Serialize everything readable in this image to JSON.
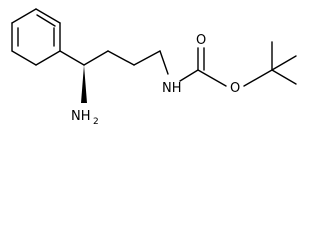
{
  "molecule": {
    "atoms": {
      "nh": "NH",
      "nh2_main": "NH",
      "nh2_sub": "2",
      "carbonyl_o": "O",
      "ester_o": "O"
    },
    "bond_color": "#000000",
    "label_color": "#000000"
  }
}
